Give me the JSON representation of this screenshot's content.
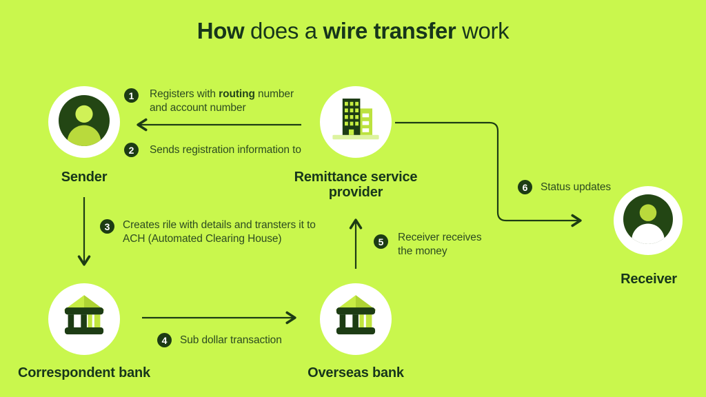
{
  "title": {
    "bold_1": "How",
    "normal_1": " does a ",
    "bold_2": "wire transfer",
    "normal_2": " work"
  },
  "nodes": {
    "sender": {
      "label": "Sender",
      "icon": "person-icon"
    },
    "remittance": {
      "label": "Remittance service provider",
      "icon": "building-icon"
    },
    "receiver": {
      "label": "Receiver",
      "icon": "person-icon"
    },
    "correspondent": {
      "label": "Correspondent bank",
      "icon": "bank-icon"
    },
    "overseas": {
      "label": "Overseas bank",
      "icon": "bank-icon"
    }
  },
  "steps": {
    "step1": {
      "num": "1",
      "pre": "Registers with ",
      "bold": "routing",
      "post": " number and account number"
    },
    "step2": {
      "num": "2",
      "text": "Sends registration information to"
    },
    "step3": {
      "num": "3",
      "text": "Creates rile with details and transters it to ACH (Automated Clearing House)"
    },
    "step4": {
      "num": "4",
      "text": "Sub dollar transaction"
    },
    "step5": {
      "num": "5",
      "text": "Receiver receives the money"
    },
    "step6": {
      "num": "6",
      "text": "Status updates"
    }
  },
  "colors": {
    "background": "#c9f74d",
    "dark_green": "#1d3c14",
    "text_green": "#2c4b20",
    "lime_bright": "#d0f157",
    "lime_mid": "#b9da3c"
  }
}
